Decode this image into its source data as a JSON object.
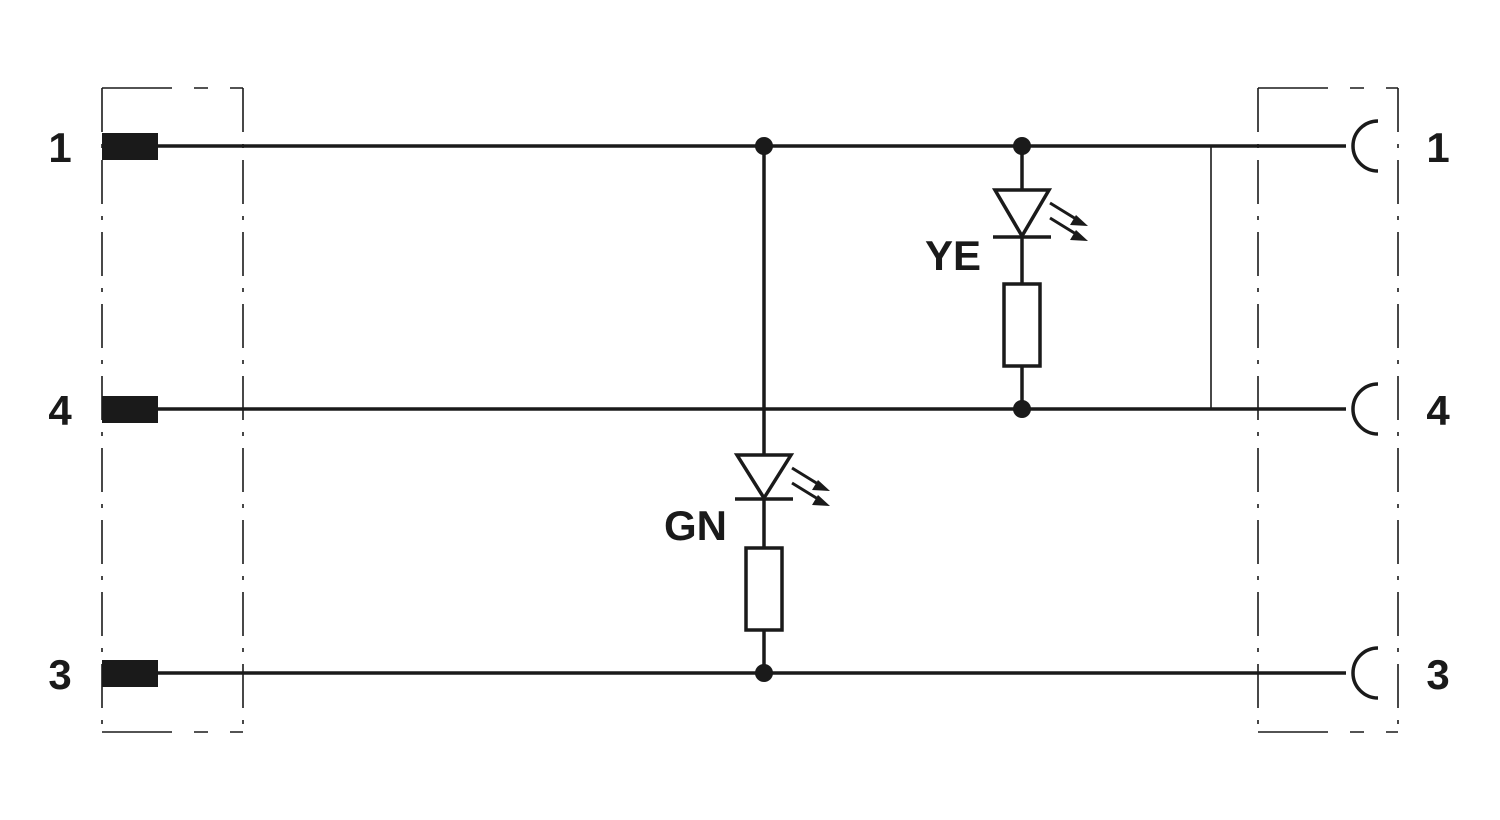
{
  "left_connector": {
    "pins": [
      {
        "label": "1"
      },
      {
        "label": "4"
      },
      {
        "label": "3"
      }
    ]
  },
  "right_connector": {
    "pins": [
      {
        "label": "1"
      },
      {
        "label": "4"
      },
      {
        "label": "3"
      }
    ]
  },
  "leds": {
    "yellow": {
      "label": "YE"
    },
    "green": {
      "label": "GN"
    }
  },
  "colors": {
    "line": "#1a1a1a",
    "background": "#ffffff"
  }
}
